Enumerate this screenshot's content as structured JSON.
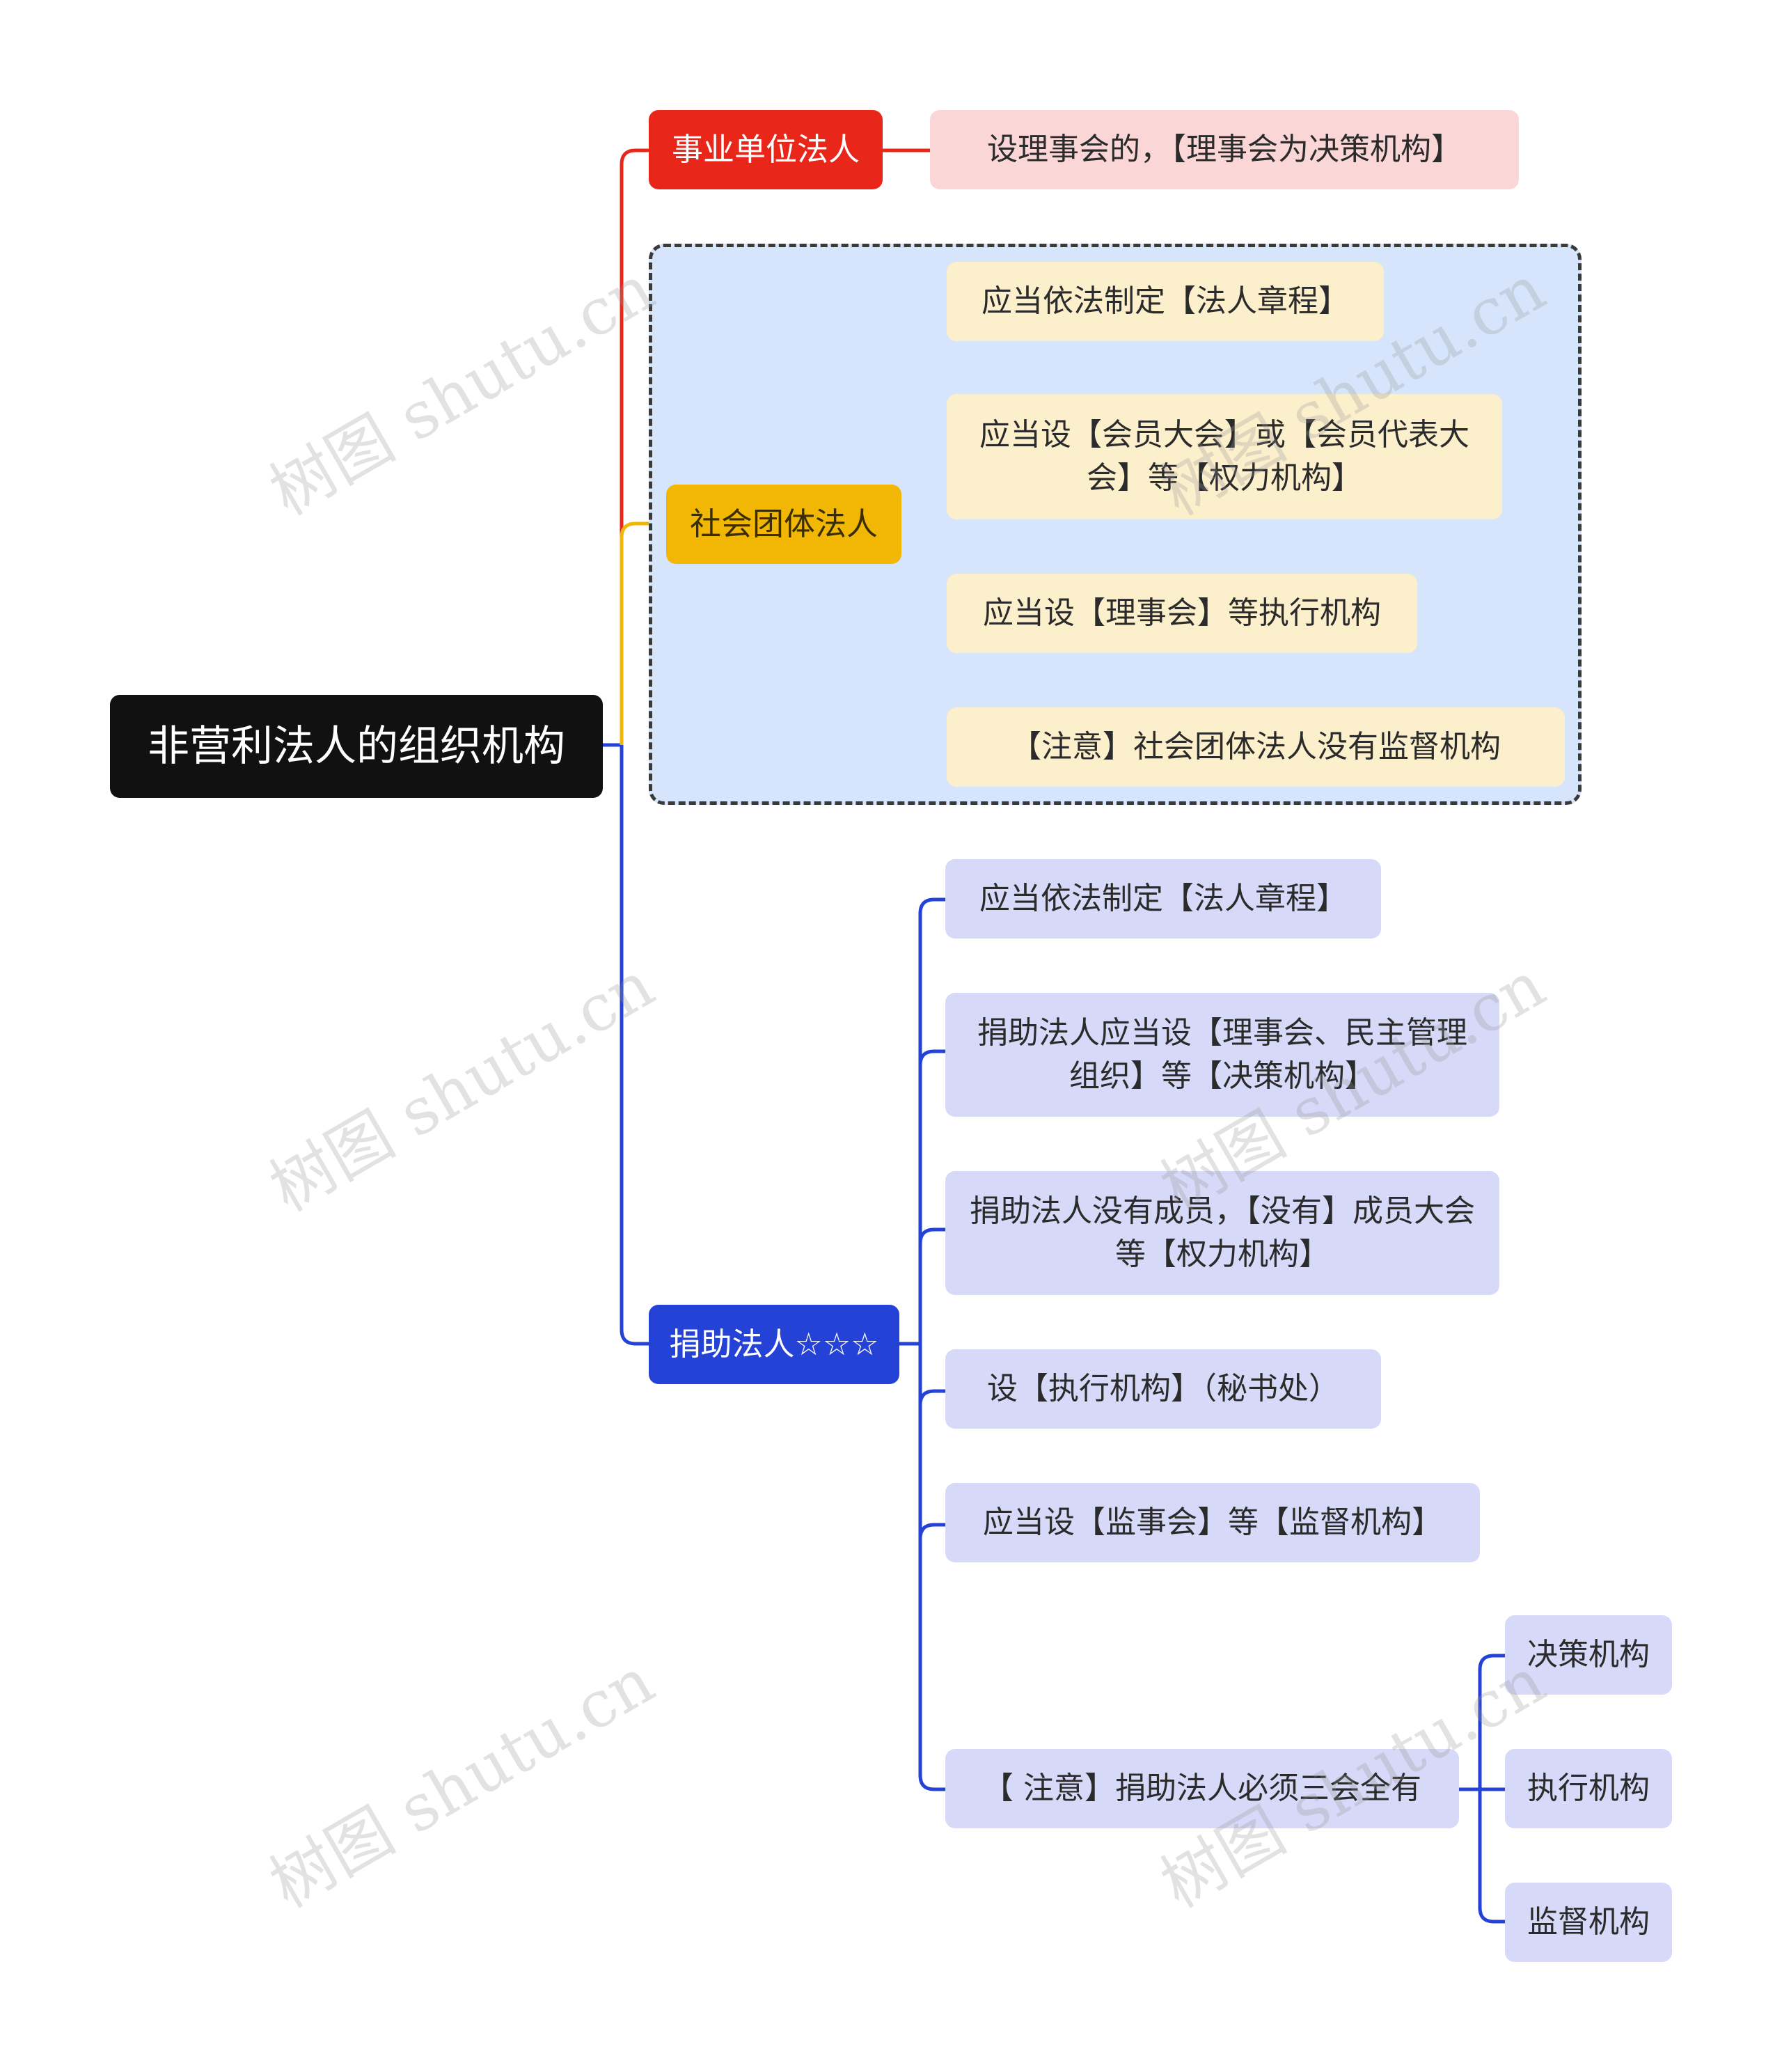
{
  "root": {
    "label": "非营利法人的组织机构"
  },
  "branches": {
    "public_institution": {
      "label": "事业单位法人",
      "color": "#e8271a",
      "items": [
        "设理事会的，【理事会为决策机构】"
      ]
    },
    "social_group": {
      "label": "社会团体法人",
      "color": "#f2b705",
      "items": [
        "应当依法制定【法人章程】",
        "应当设【会员大会】或【会员代表大会】等【权力机构】",
        "应当设【理事会】等执行机构",
        "【注意】社会团体法人没有监督机构"
      ]
    },
    "donation": {
      "label": "捐助法人☆☆☆",
      "color": "#2442d6",
      "items": [
        "应当依法制定【法人章程】",
        "捐助法人应当设【理事会、民主管理组织】等【决策机构】",
        "捐助法人没有成员，【没有】成员大会等【权力机构】",
        "设【执行机构】（秘书处）",
        "应当设【监事会】等【监督机构】",
        "【 注意】捐助法人必须三会全有"
      ],
      "sub_items": [
        "决策机构",
        "执行机构",
        "监督机构"
      ]
    }
  },
  "watermark": "树图 shutu.cn"
}
